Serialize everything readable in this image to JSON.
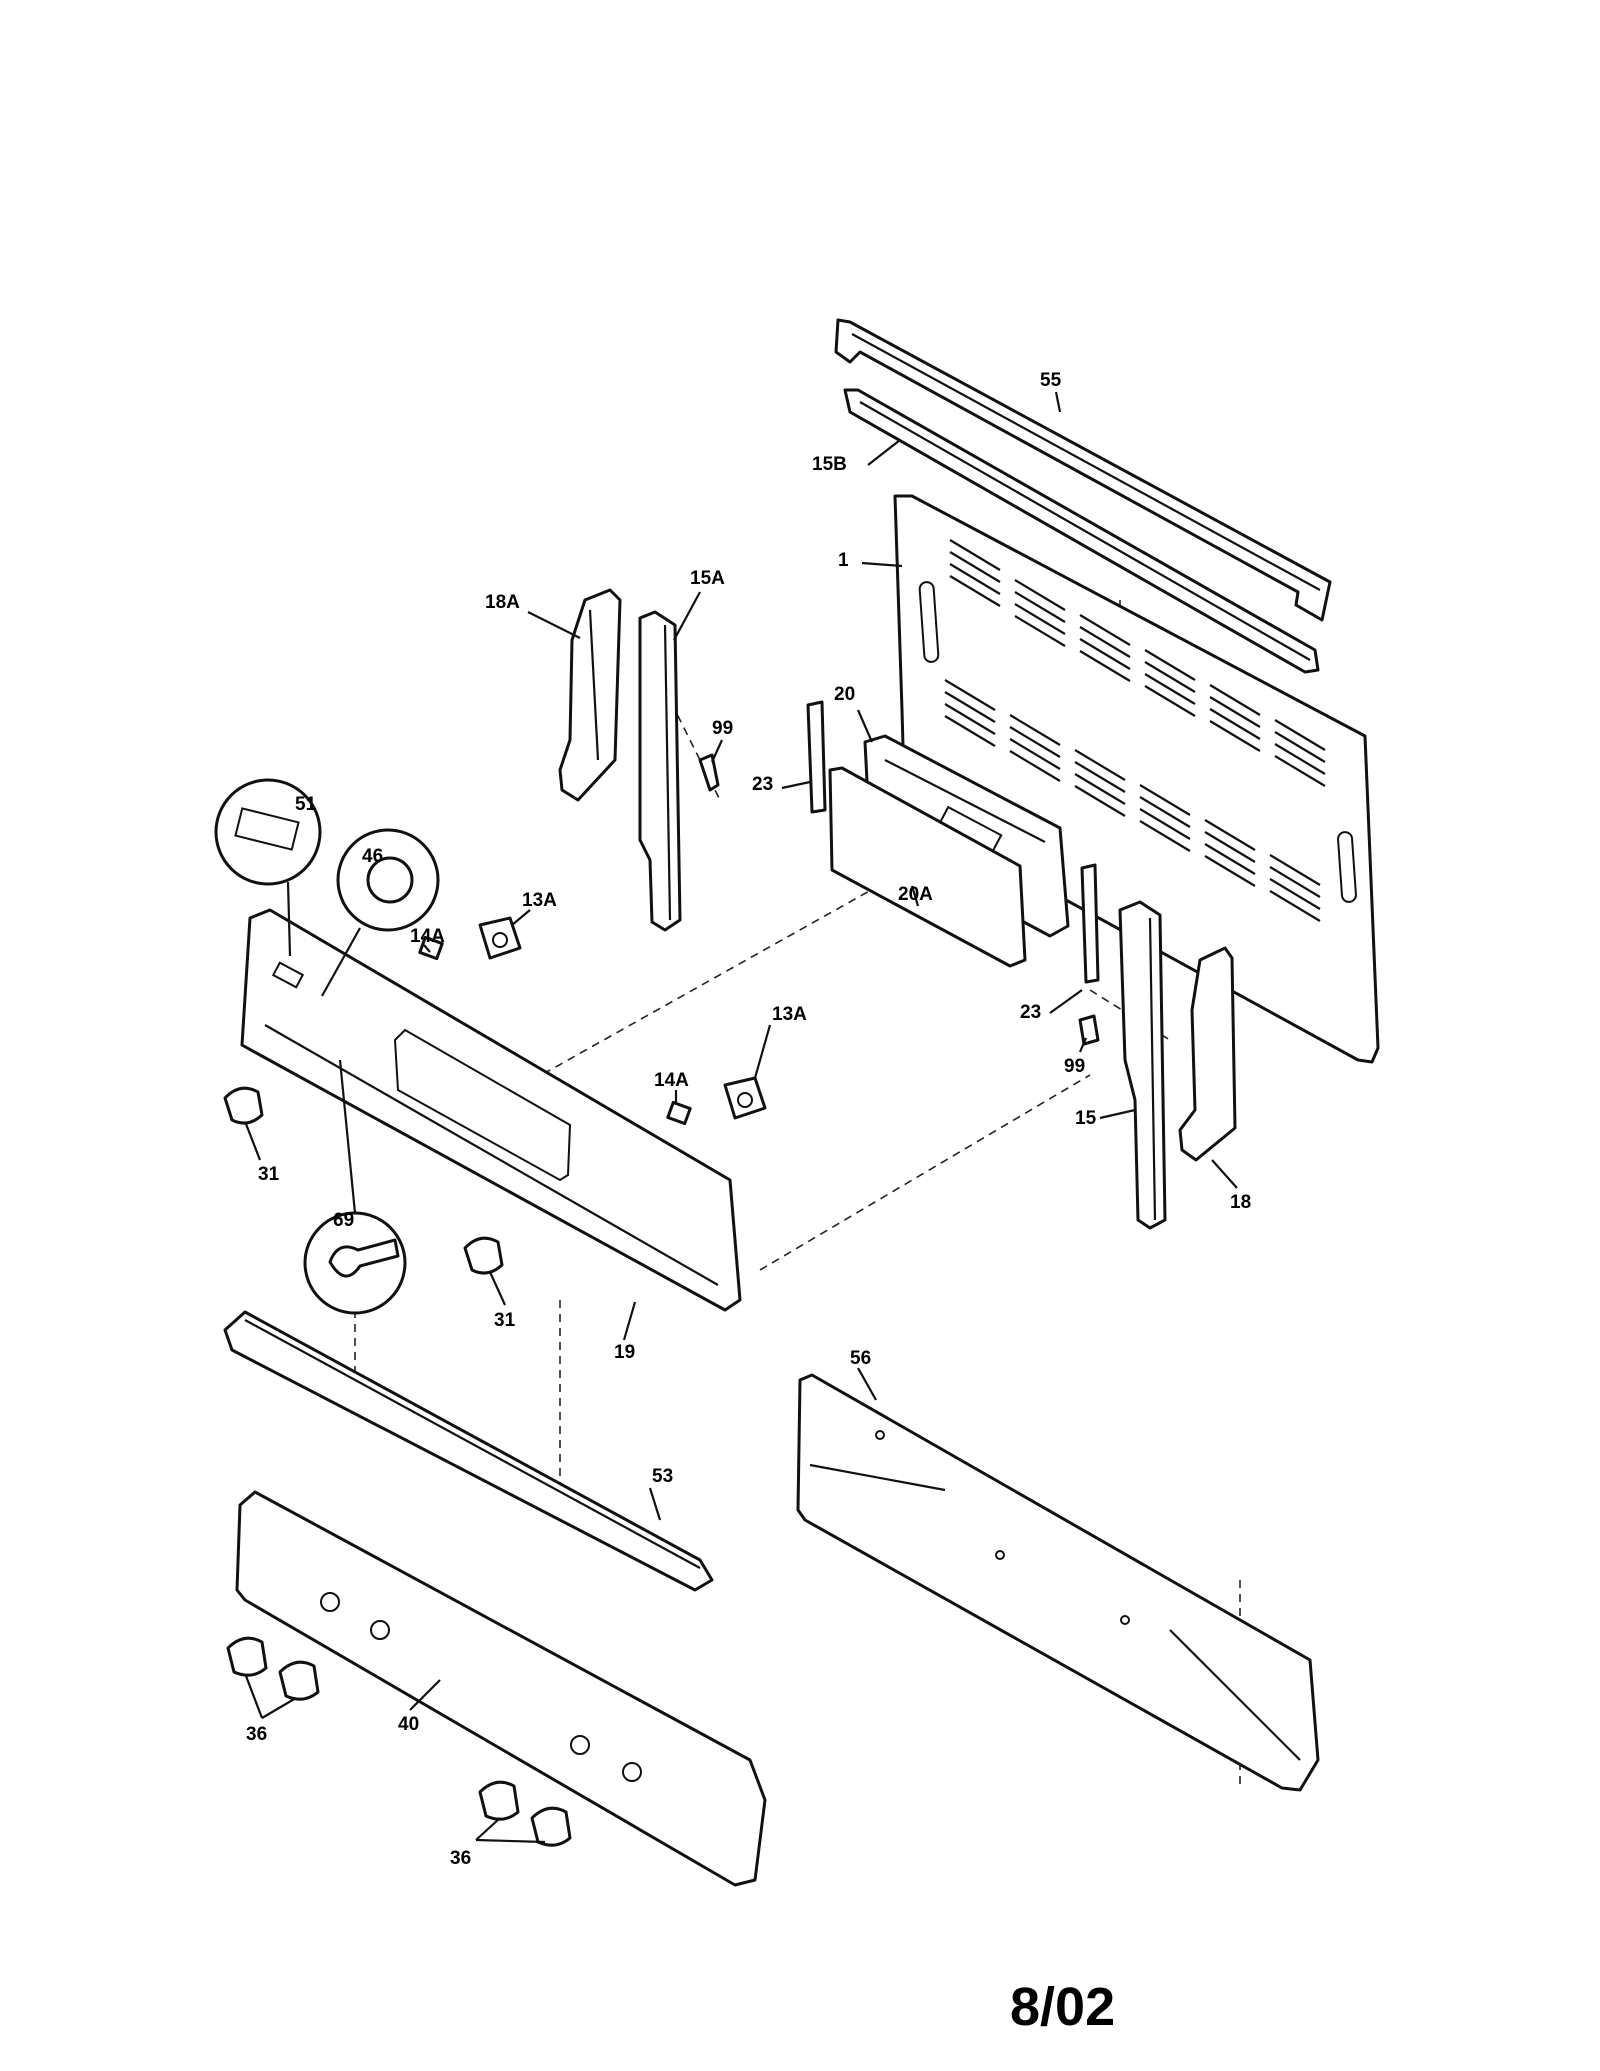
{
  "diagram": {
    "callouts": {
      "c55": "55",
      "c15B": "15B",
      "c1": "1",
      "c18A": "18A",
      "c15A": "15A",
      "c99a": "99",
      "c20": "20",
      "c23a": "23",
      "c51": "51",
      "c46": "46",
      "c14Aa": "14A",
      "c13Aa": "13A",
      "c20A": "20A",
      "c23b": "23",
      "c99b": "99",
      "c13Ab": "13A",
      "c14Ab": "14A",
      "c15": "15",
      "c18": "18",
      "c31a": "31",
      "c69": "69",
      "c31b": "31",
      "c19": "19",
      "c56": "56",
      "c53": "53",
      "c36a": "36",
      "c40": "40",
      "c36b": "36"
    },
    "date": "8/02"
  }
}
